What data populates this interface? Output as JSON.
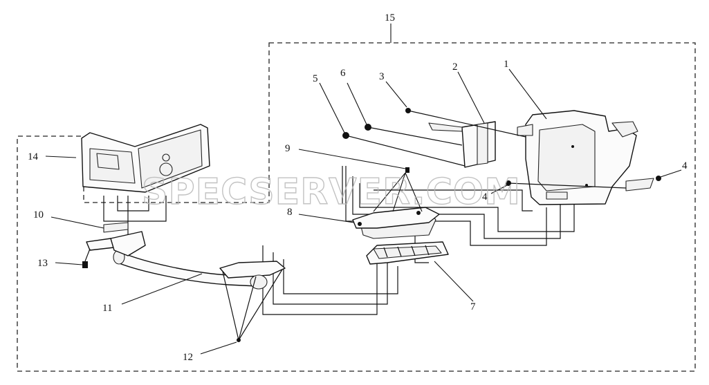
{
  "diagram": {
    "callouts": {
      "c1": "1",
      "c2": "2",
      "c3": "3",
      "c4a": "4",
      "c4b": "4",
      "c5": "5",
      "c6": "6",
      "c7": "7",
      "c8": "8",
      "c9": "9",
      "c10": "10",
      "c11": "11",
      "c12": "12",
      "c13": "13",
      "c14": "14",
      "c15": "15"
    },
    "watermark": "SPECSERVER.COM"
  }
}
